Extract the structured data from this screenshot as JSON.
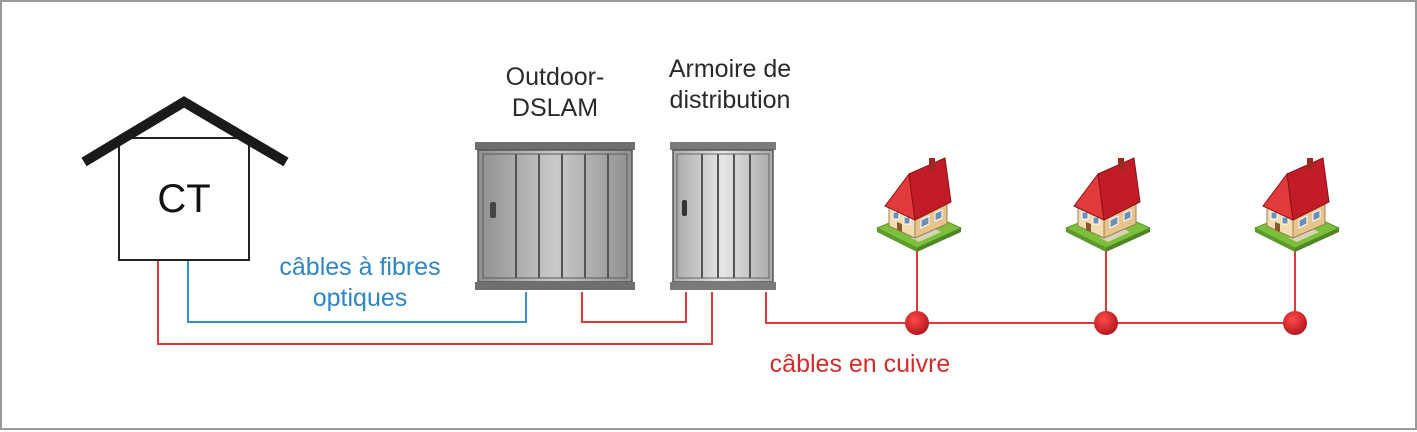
{
  "central": {
    "label": "CT"
  },
  "dslam": {
    "line1": "Outdoor-",
    "line2": "DSLAM"
  },
  "cabinet": {
    "line1": "Armoire de",
    "line2": "distribution"
  },
  "fiber": {
    "line1": "câbles à fibres",
    "line2": "optiques"
  },
  "copper": {
    "label": "câbles en cuivre"
  },
  "houses": [
    {},
    {},
    {}
  ],
  "colors": {
    "copper": "#e03a3a",
    "fiber": "#3a8fd4",
    "node": "#d41c24"
  }
}
